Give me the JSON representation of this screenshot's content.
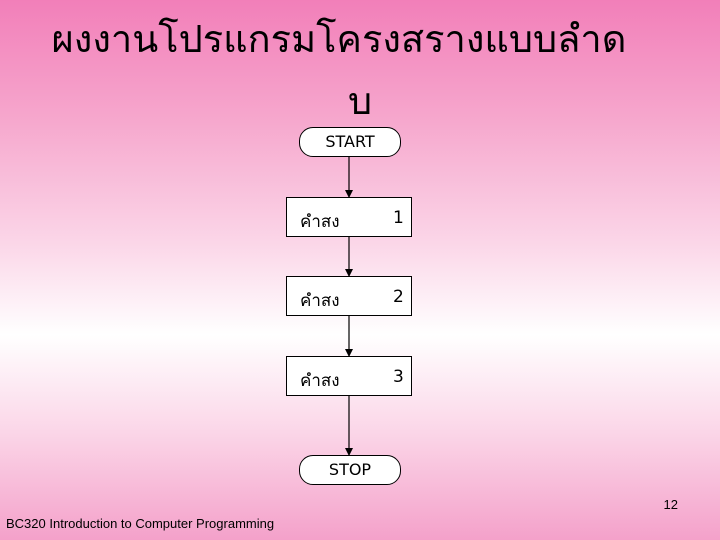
{
  "slide": {
    "title_line1": "ผงงานโปรแกรมโครงสรางแบบลำด",
    "title_line2": "บ",
    "page_number": "12",
    "footer": "BC320 Introduction to Computer Programming"
  },
  "flowchart": {
    "start_label": "START",
    "stop_label": "STOP",
    "steps": [
      {
        "label": "คำสง",
        "number": "1"
      },
      {
        "label": "คำสง",
        "number": "2"
      },
      {
        "label": "คำสง",
        "number": "3"
      }
    ]
  }
}
